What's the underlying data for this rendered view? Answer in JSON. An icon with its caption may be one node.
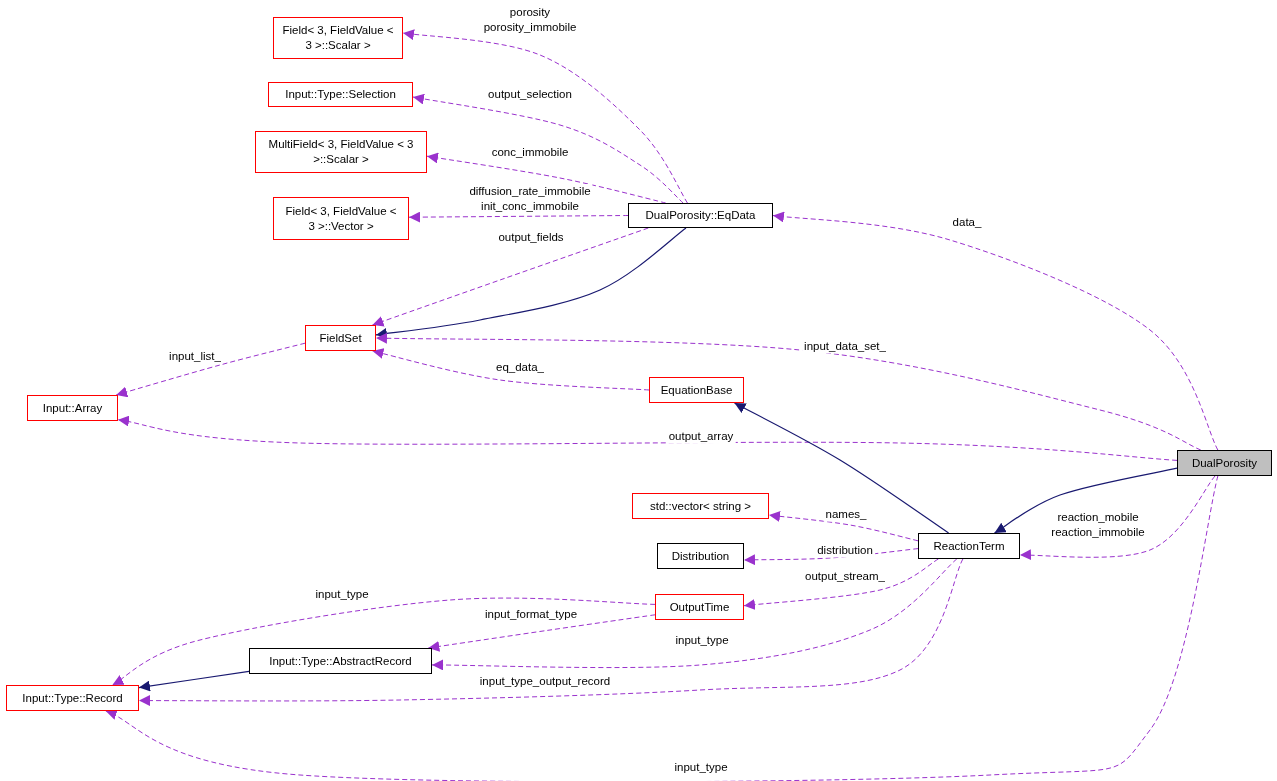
{
  "diagram": {
    "nodes": [
      {
        "text": [
          "Field< 3, FieldValue < 3 >::Scalar >"
        ]
      },
      {
        "text": [
          "Input::Type::Selection"
        ]
      },
      {
        "text": [
          "MultiField< 3, FieldValue < 3 >::Scalar >"
        ]
      },
      {
        "text": [
          "Field< 3, FieldValue < 3 >::Vector >"
        ]
      },
      {
        "text": [
          "DualPorosity::EqData"
        ]
      },
      {
        "text": [
          "FieldSet"
        ]
      },
      {
        "text": [
          "EquationBase"
        ]
      },
      {
        "text": [
          "Input::Array"
        ]
      },
      {
        "text": [
          "DualPorosity"
        ]
      },
      {
        "text": [
          "std::vector< string >"
        ]
      },
      {
        "text": [
          "Distribution"
        ]
      },
      {
        "text": [
          "ReactionTerm"
        ]
      },
      {
        "text": [
          "OutputTime"
        ]
      },
      {
        "text": [
          "Input::Type::AbstractRecord"
        ]
      },
      {
        "text": [
          "Input::Type::Record"
        ]
      }
    ],
    "edges": [
      {
        "from": 4,
        "to": 0,
        "arrow": "to",
        "label": "porosity porosity_immobile",
        "style": "dashed"
      },
      {
        "from": 4,
        "to": 1,
        "arrow": "to",
        "label": "output_selection",
        "style": "dashed"
      },
      {
        "from": 4,
        "to": 2,
        "arrow": "to",
        "label": "conc_immobile",
        "style": "dashed"
      },
      {
        "from": 4,
        "to": 3,
        "arrow": "to",
        "label": "diffusion_rate_immobile init_conc_immobile",
        "style": "dashed"
      },
      {
        "from": 4,
        "to": 5,
        "arrow": "to",
        "label": "output_fields",
        "style": "dashed"
      },
      {
        "from": 4,
        "to": 5,
        "arrow": "to",
        "color": "#191970"
      },
      {
        "from": 5,
        "to": 7,
        "arrow": "to",
        "label": "input_list_",
        "style": "dashed"
      },
      {
        "from": 6,
        "to": 5,
        "arrow": "to",
        "label": "eq_data_",
        "style": "dashed"
      },
      {
        "from": 8,
        "to": 4,
        "arrow": "to",
        "label": "data_",
        "style": "dashed"
      },
      {
        "from": 8,
        "to": 5,
        "arrow": "to",
        "label": "input_data_set_",
        "style": "dashed"
      },
      {
        "from": 8,
        "to": 7,
        "arrow": "to",
        "label": "output_array",
        "style": "dashed"
      },
      {
        "from": 8,
        "to": 11,
        "arrow": "to",
        "color": "#191970"
      },
      {
        "from": 8,
        "to": 11,
        "arrow": "to",
        "label": "reaction_mobile reaction_immobile",
        "style": "dashed"
      },
      {
        "from": 8,
        "to": 14,
        "arrow": "to",
        "label": "input_type",
        "style": "dashed"
      },
      {
        "from": 11,
        "to": 6,
        "arrow": "to",
        "color": "#191970"
      },
      {
        "from": 11,
        "to": 9,
        "arrow": "to",
        "label": "names_",
        "style": "dashed"
      },
      {
        "from": 11,
        "to": 10,
        "arrow": "to",
        "label": "distribution",
        "style": "dashed"
      },
      {
        "from": 11,
        "to": 12,
        "arrow": "to",
        "label": "output_stream_",
        "style": "dashed"
      },
      {
        "from": 11,
        "to": 13,
        "arrow": "to",
        "label": "input_type",
        "style": "dashed"
      },
      {
        "from": 11,
        "to": 14,
        "arrow": "to",
        "label": "input_type_output_record",
        "style": "dashed"
      },
      {
        "from": 12,
        "to": 14,
        "arrow": "to",
        "label": "input_type",
        "style": "dashed"
      },
      {
        "from": 12,
        "to": 13,
        "arrow": "to",
        "label": "input_format_type",
        "style": "dashed"
      },
      {
        "from": 13,
        "to": 14,
        "arrow": "to",
        "color": "#191970"
      }
    ]
  }
}
